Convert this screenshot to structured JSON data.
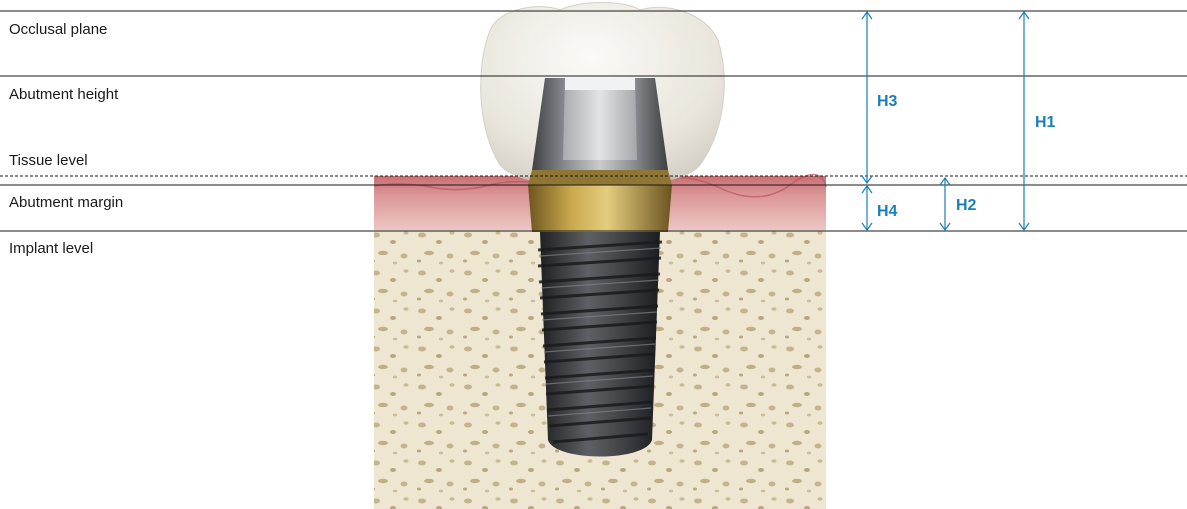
{
  "levels": {
    "occlusal_plane": "Occlusal plane",
    "abutment_height": "Abutment height",
    "tissue_level": "Tissue level",
    "abutment_margin": "Abutment margin",
    "implant_level": "Implant level"
  },
  "dimensions": {
    "h1": "H1",
    "h2": "H2",
    "h3": "H3",
    "h4": "H4"
  },
  "colors": {
    "dimension_color": "#1a7fb5",
    "line_color": "#1a1a1a",
    "gum_color": "#d98a8c",
    "bone_color": "#efe6d2",
    "abutment_collar_color": "#b8973e",
    "implant_color": "#3a3c3f",
    "crown_color": "#eeebe4"
  },
  "icons": {
    "crown": "crown-icon",
    "abutment": "abutment-icon",
    "implant": "implant-screw-icon"
  }
}
